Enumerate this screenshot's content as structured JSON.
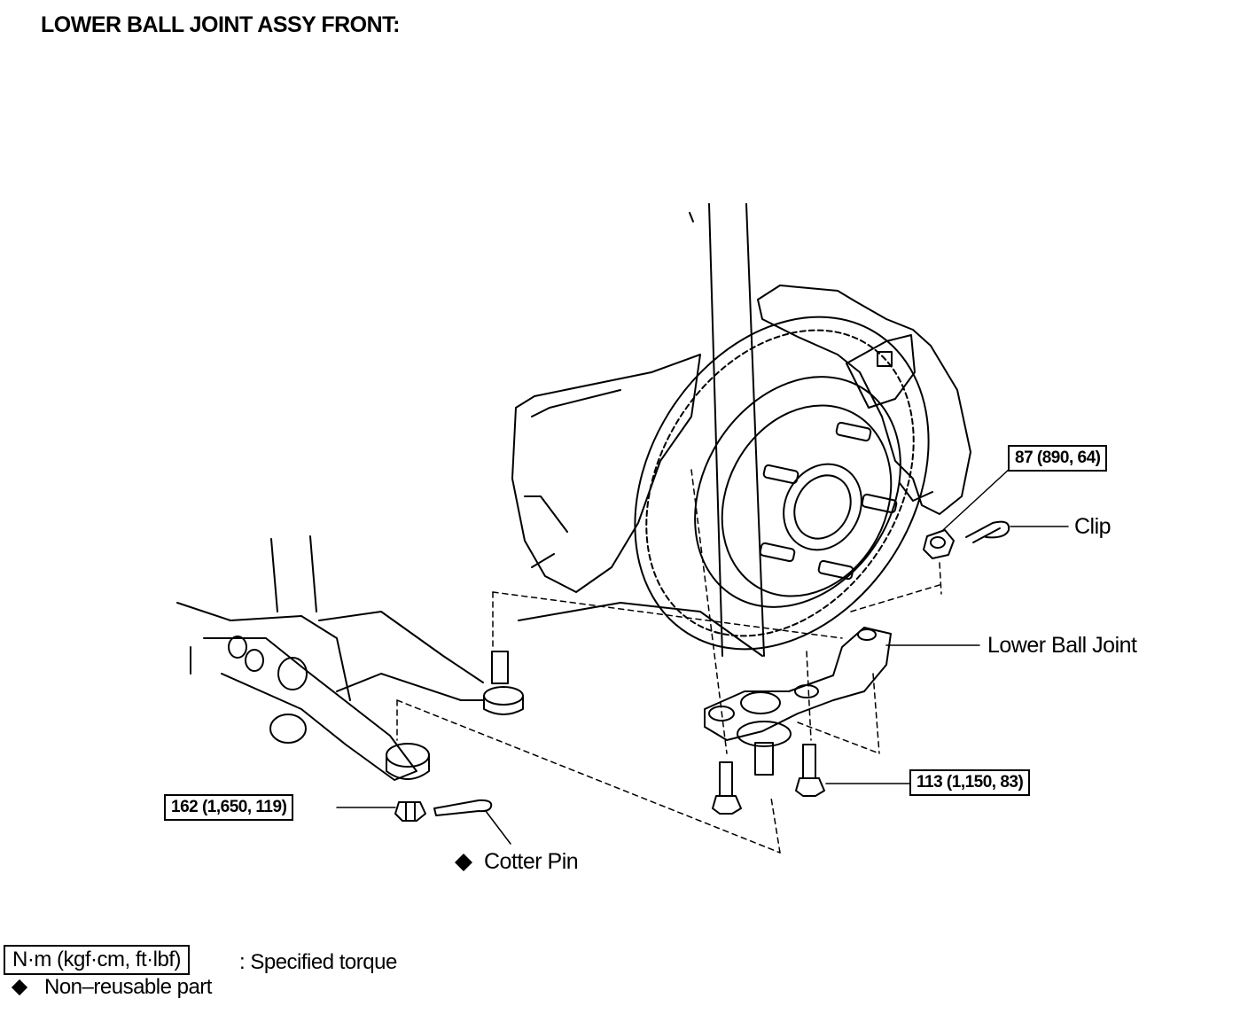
{
  "title": "LOWER BALL JOINT ASSY FRONT:",
  "callouts": {
    "torque_top": "87 (890, 64)",
    "clip": "Clip",
    "lower_ball_joint": "Lower Ball Joint",
    "torque_bolts": "113 (1,150, 83)",
    "torque_nut": "162 (1,650, 119)",
    "cotter_pin": "Cotter Pin"
  },
  "legend": {
    "unit_box": "N·m (kgf·cm, ft·lbf)",
    "unit_desc": ": Specified torque",
    "non_reusable": "Non–reusable part"
  },
  "icons": {
    "non_reusable_marker": "diamond-icon"
  }
}
